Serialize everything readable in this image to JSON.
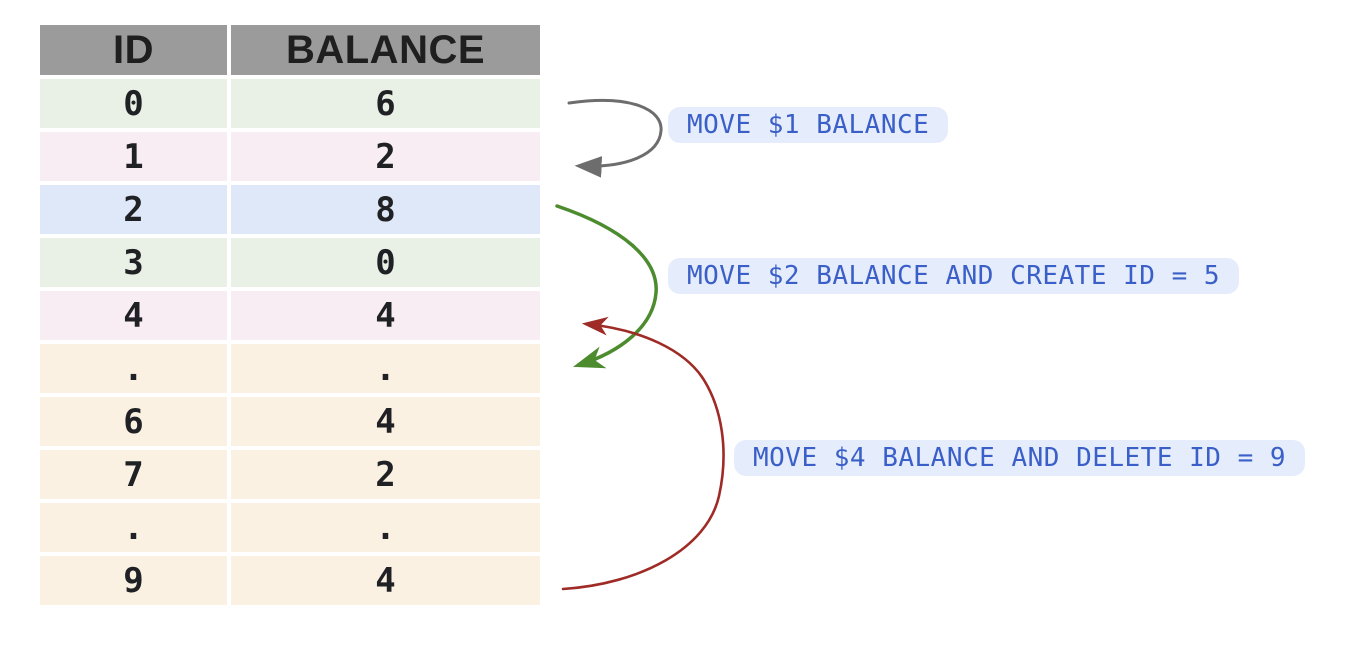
{
  "table": {
    "columns": [
      "ID",
      "BALANCE"
    ],
    "rows": [
      {
        "id": "0",
        "balance": "6",
        "tone": "green"
      },
      {
        "id": "1",
        "balance": "2",
        "tone": "pink"
      },
      {
        "id": "2",
        "balance": "8",
        "tone": "blue"
      },
      {
        "id": "3",
        "balance": "0",
        "tone": "green"
      },
      {
        "id": "4",
        "balance": "4",
        "tone": "pink"
      },
      {
        "id": ".",
        "balance": ".",
        "tone": "cream"
      },
      {
        "id": "6",
        "balance": "4",
        "tone": "cream"
      },
      {
        "id": "7",
        "balance": "2",
        "tone": "cream"
      },
      {
        "id": ".",
        "balance": ".",
        "tone": "cream"
      },
      {
        "id": "9",
        "balance": "4",
        "tone": "cream"
      }
    ]
  },
  "annotations": [
    {
      "label": "MOVE $1 BALANCE",
      "arrow_color": "#6d6d6d"
    },
    {
      "label": "MOVE $2 BALANCE AND CREATE ID = 5",
      "arrow_color": "#4c8c2f"
    },
    {
      "label": "MOVE $4 BALANCE AND DELETE ID = 9",
      "arrow_color": "#9e2b25"
    }
  ],
  "colors": {
    "page_bg": "#ffffff",
    "header_bg": "#9b9b9b",
    "header_text": "#1f1f1f",
    "cell_text": "#202124",
    "row_green": "#e9f1e6",
    "row_pink": "#f7edf3",
    "row_blue": "#dfe8f8",
    "row_cream": "#fbf1e2",
    "label_bg": "#e5ecfb",
    "label_text": "#3a5fc8"
  }
}
